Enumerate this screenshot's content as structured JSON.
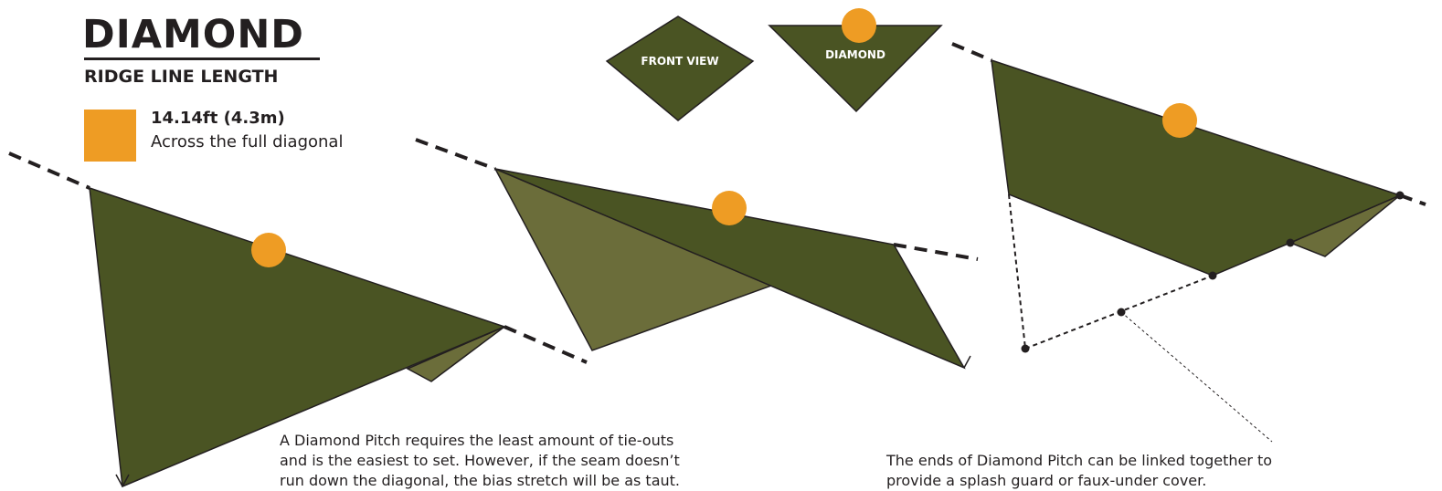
{
  "header": {
    "title": "DIAMOND",
    "subtitle": "RIDGE LINE LENGTH"
  },
  "legend": {
    "value": "14.14ft (4.3m)",
    "description": "Across the full diagonal",
    "swatch_color": "#ee9c24"
  },
  "icons": {
    "front_view_label": "FRONT VIEW",
    "diamond_label": "DIAMOND"
  },
  "captions": {
    "left": "A Diamond Pitch requires the least amount of tie-outs\nand is the easiest to set. However, if the seam doesn’t\nrun down the diagonal, the bias stretch will be as taut.",
    "right": "The ends of Diamond Pitch can be linked together to\nprovide a splash guard or faux-under cover."
  },
  "colors": {
    "tarp_dark": "#4a5423",
    "tarp_light": "#6b6d3a",
    "ridge_marker": "#ee9c24",
    "line": "#231f20"
  }
}
